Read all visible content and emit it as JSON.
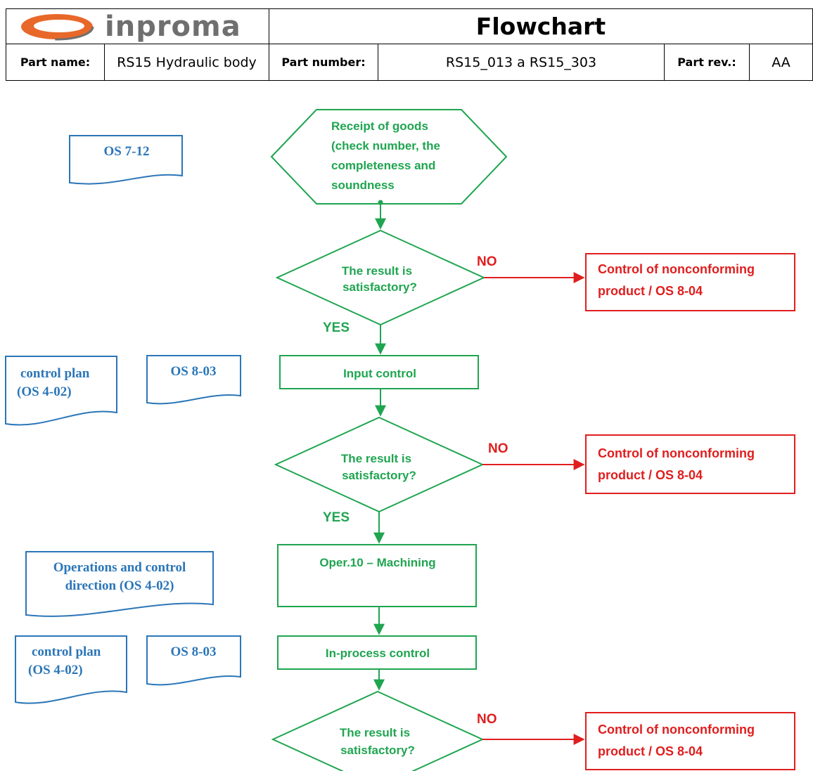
{
  "header": {
    "logo_text": "inproma",
    "title": "Flowchart",
    "part_name_label": "Part name:",
    "part_name_value": "RS15 Hydraulic body",
    "part_number_label": "Part number:",
    "part_number_value": "RS15_013 a RS15_303",
    "part_rev_label": "Part rev.:",
    "part_rev_value": "AA"
  },
  "colors": {
    "process": "#1fa550",
    "nonconforming": "#e01e1e",
    "document": "#2b76b8",
    "logo_orange": "#e8682a",
    "logo_gray": "#6f6f6f"
  },
  "steps": {
    "receipt": [
      "Receipt of goods",
      "(check number, the",
      "completeness and",
      "soundness"
    ],
    "decision1": [
      "The result is",
      "satisfactory?"
    ],
    "input_control": "Input control",
    "decision2": [
      "The result is",
      "satisfactory?"
    ],
    "machining": "Oper.10 – Machining",
    "in_process": "In-process control",
    "decision3": [
      "The result is",
      "satisfactory?"
    ]
  },
  "branches": {
    "no": "NO",
    "yes": "YES",
    "nonconforming": [
      "Control of nonconforming",
      "product / OS 8-04"
    ]
  },
  "documents": {
    "os_7_12": "OS 7-12",
    "control_plan": [
      "control plan",
      "(OS 4-02)"
    ],
    "os_8_03": "OS 8-03",
    "operations_direction": [
      "Operations and control",
      "direction (OS 4-02)"
    ]
  }
}
